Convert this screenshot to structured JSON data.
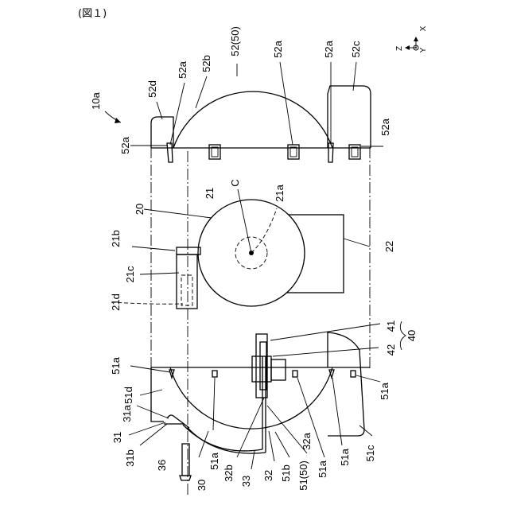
{
  "figure": {
    "caption": "(図１)"
  },
  "axes": {
    "x": "X",
    "y": "Y",
    "z": "Z"
  },
  "labels": {
    "l10a": "10a",
    "l52d": "52d",
    "l52a_1": "52a",
    "l52b": "52b",
    "l52_50": "52(50)",
    "l52a_2": "52a",
    "l52a_3": "52a",
    "l52c": "52c",
    "l52a_left": "52a",
    "l52a_right": "52a",
    "l20": "20",
    "l21": "21",
    "lC": "C",
    "l21a": "21a",
    "l21b": "21b",
    "l21c": "21c",
    "l21d": "21d",
    "l22": "22",
    "l42": "42",
    "l41": "41",
    "l40": "40",
    "l51a_top": "51a",
    "l51d": "51d",
    "l31a": "31a",
    "l31": "31",
    "l31b": "31b",
    "l36": "36",
    "l30": "30",
    "l51a_b1": "51a",
    "l32b": "32b",
    "l33": "33",
    "l32": "32",
    "l51b": "51b",
    "l51_50": "51(50)",
    "l32a": "32a",
    "l51a_b2": "51a",
    "l51a_b3": "51a",
    "l51a_right": "51a",
    "l51c": "51c"
  }
}
